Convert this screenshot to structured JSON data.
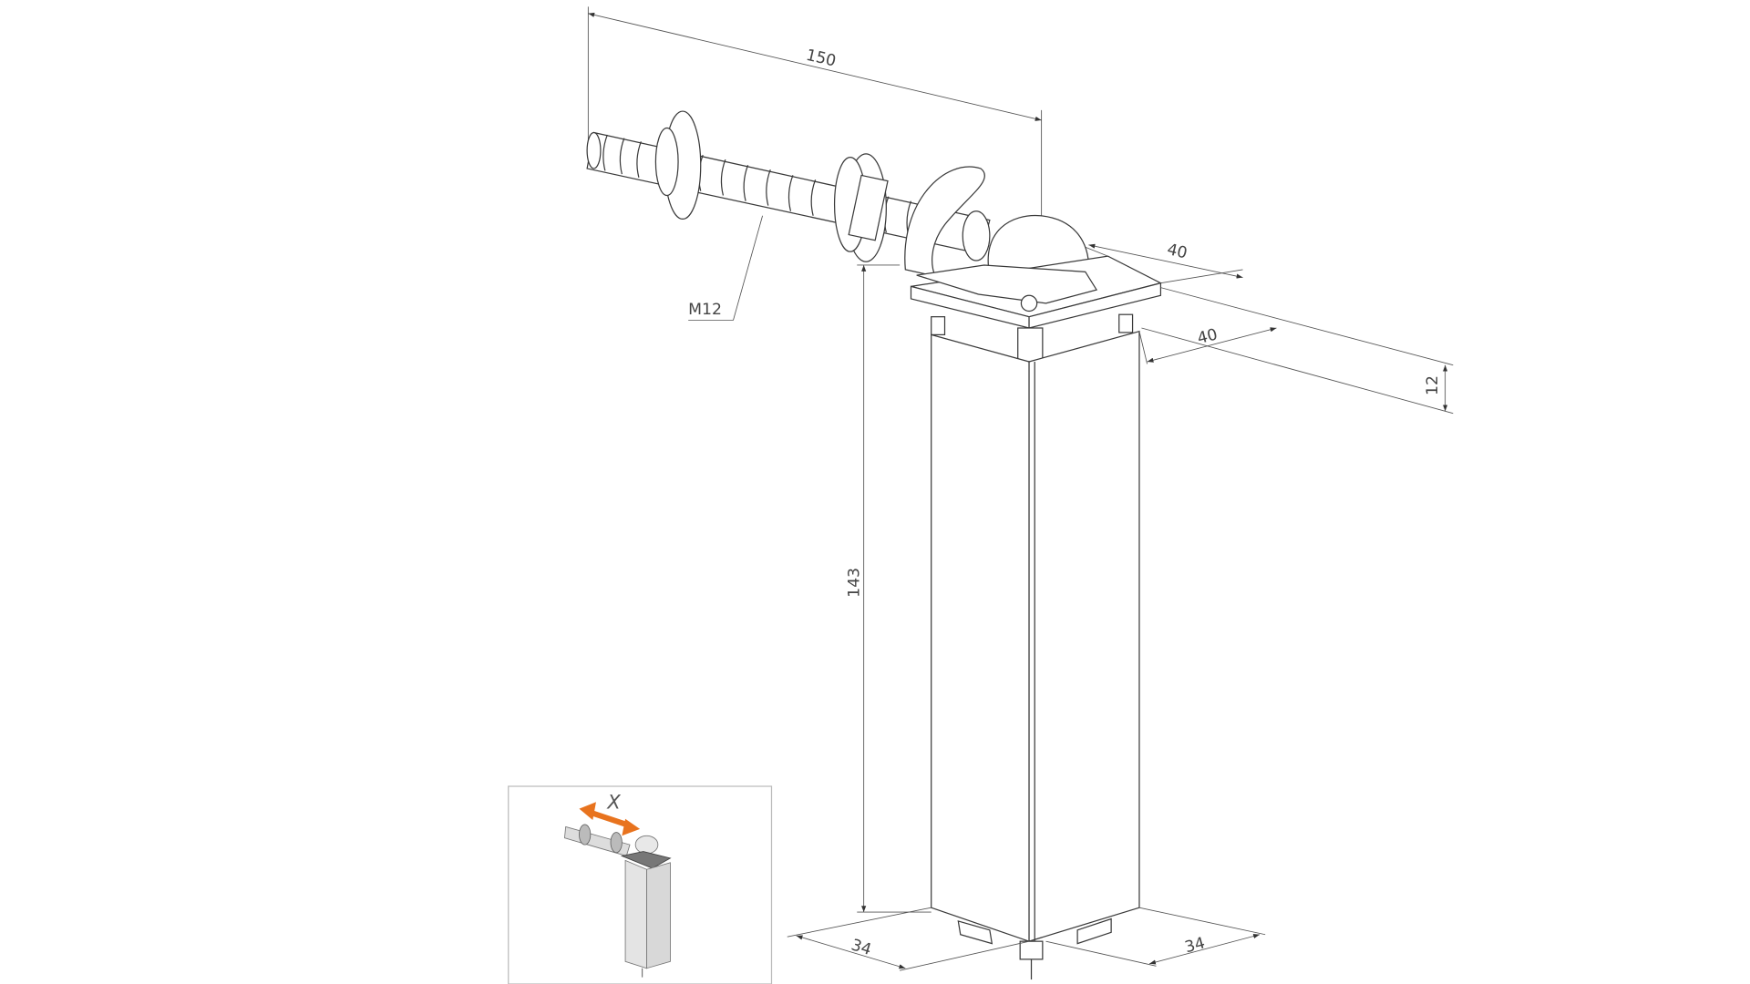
{
  "drawing": {
    "dimensions": {
      "bolt_length": "150",
      "plate_width_top": "40",
      "plate_depth": "40",
      "plate_height": "12",
      "post_height": "143",
      "post_width_left": "34",
      "post_width_right": "34"
    },
    "thread_label": "M12",
    "inset": {
      "adjust_label": "X",
      "arrow_color": "#e8731e"
    }
  }
}
